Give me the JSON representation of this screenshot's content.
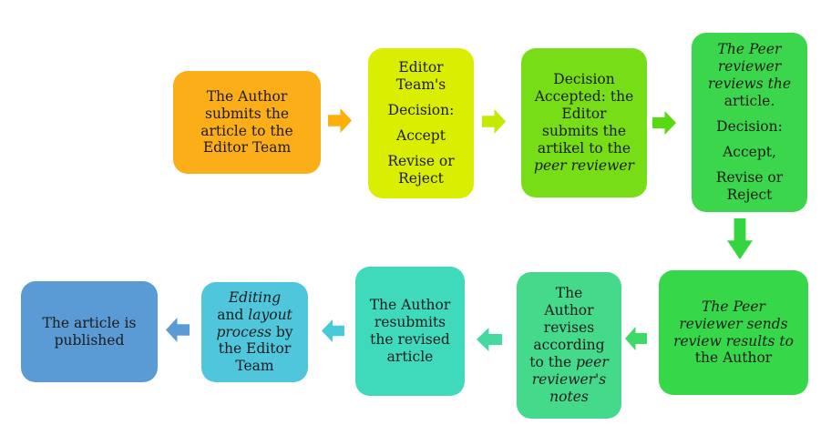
{
  "diagram": {
    "text_color": "#1c1c1c",
    "background": "#ffffff",
    "boxes": [
      {
        "id": "author-submits",
        "fill": "#FBAE17",
        "paragraphs": [
          [
            {
              "t": "The Author\nsubmits the\narticle to the\nEditor Team",
              "i": false
            }
          ]
        ]
      },
      {
        "id": "editor-team-decision",
        "fill": "#D9EE00",
        "paragraphs": [
          [
            {
              "t": "Editor\nTeam's",
              "i": false
            }
          ],
          [
            {
              "t": "Decision:",
              "i": false
            }
          ],
          [
            {
              "t": "Accept",
              "i": false
            }
          ],
          [
            {
              "t": "Revise or\nReject",
              "i": false
            }
          ]
        ]
      },
      {
        "id": "decision-accepted",
        "fill": "#76DD17",
        "paragraphs": [
          [
            {
              "t": "Decision\nAccepted: the\nEditor\nsubmits the\nartikel to the\n",
              "i": false
            },
            {
              "t": "peer reviewer",
              "i": true
            }
          ]
        ]
      },
      {
        "id": "peer-reviewer-reviews",
        "fill": "#3BD64B",
        "paragraphs": [
          [
            {
              "t": "The Peer\nreviewer\nreviews the\n",
              "i": true
            },
            {
              "t": "article.",
              "i": false
            }
          ],
          [
            {
              "t": "Decision:",
              "i": false
            }
          ],
          [
            {
              "t": "Accept,",
              "i": false
            }
          ],
          [
            {
              "t": "Revise or\nReject",
              "i": false
            }
          ]
        ]
      },
      {
        "id": "peer-reviewer-sends-results",
        "fill": "#36D748",
        "paragraphs": [
          [
            {
              "t": "The Peer\nreviewer sends\nreview results to\n",
              "i": true
            },
            {
              "t": "the Author",
              "i": false
            }
          ]
        ]
      },
      {
        "id": "author-revises",
        "fill": "#45D98C",
        "paragraphs": [
          [
            {
              "t": "The\nAuthor\nrevises\naccording\nto the ",
              "i": false
            },
            {
              "t": "peer\nreviewer's\nnotes",
              "i": true
            }
          ]
        ]
      },
      {
        "id": "author-resubmits",
        "fill": "#3FD9BC",
        "paragraphs": [
          [
            {
              "t": "The Author\nresubmits\nthe revised\narticle",
              "i": false
            }
          ]
        ]
      },
      {
        "id": "editing-layout-process",
        "fill": "#4FC6DB",
        "paragraphs": [
          [
            {
              "t": "Editing",
              "i": true
            },
            {
              "t": "\nand ",
              "i": false
            },
            {
              "t": "layout",
              "i": true
            },
            {
              "t": "\n",
              "i": false
            },
            {
              "t": "process",
              "i": true
            },
            {
              "t": " by\nthe Editor\nTeam",
              "i": false
            }
          ]
        ]
      },
      {
        "id": "article-published",
        "fill": "#5B9BD5",
        "paragraphs": [
          [
            {
              "t": "The article is\npublished",
              "i": false
            }
          ]
        ]
      }
    ],
    "arrows": [
      {
        "id": "author-to-editor-team",
        "dir": "right",
        "color": "#FCAF08"
      },
      {
        "id": "editor-team-to-accepted",
        "dir": "right",
        "color": "#C3EA00"
      },
      {
        "id": "accepted-to-peer-reviewer",
        "dir": "right",
        "color": "#55DB10"
      },
      {
        "id": "peer-reviewer-to-results",
        "dir": "down",
        "color": "#35D53F"
      },
      {
        "id": "results-to-revises",
        "dir": "left",
        "color": "#3ED966"
      },
      {
        "id": "revises-to-resubmits",
        "dir": "left",
        "color": "#43D9A0"
      },
      {
        "id": "resubmits-to-editing",
        "dir": "left",
        "color": "#47CBD7"
      },
      {
        "id": "editing-to-published",
        "dir": "left",
        "color": "#5B9BD5"
      }
    ]
  }
}
